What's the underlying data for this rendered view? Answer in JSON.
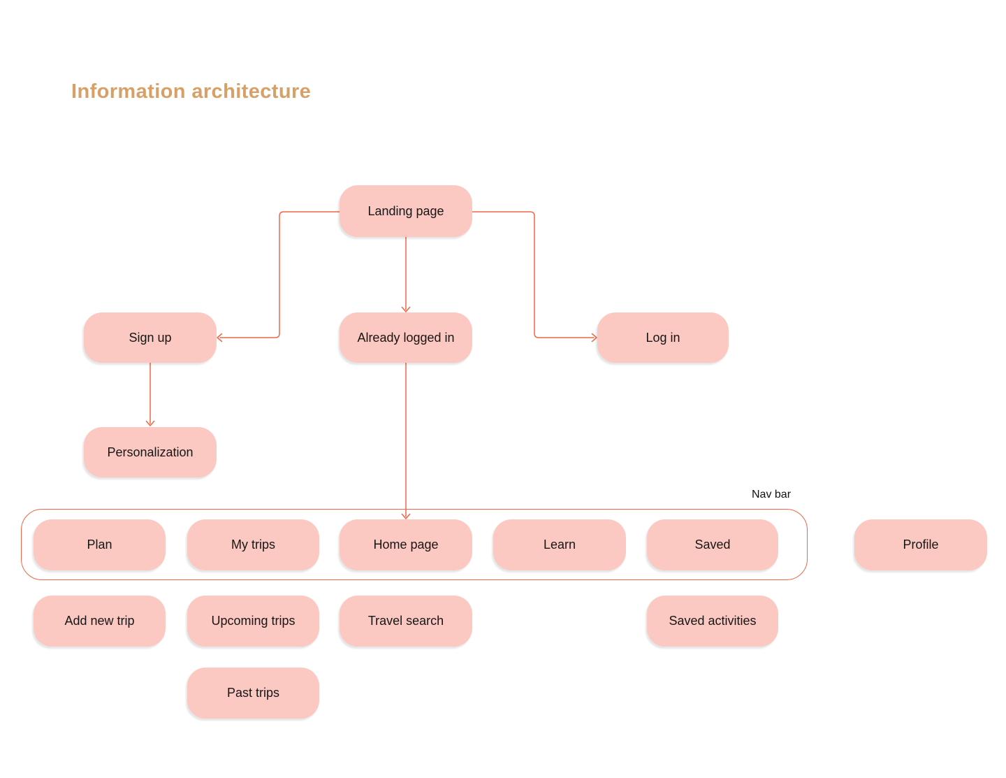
{
  "title": "Information architecture",
  "nav_bar_label": "Nav bar",
  "colors": {
    "node_fill": "#FCC9C2",
    "connector": "#ED6745",
    "title_text": "#D7A066",
    "node_text": "#161616"
  },
  "nodes": {
    "landing": {
      "label": "Landing page"
    },
    "sign_up": {
      "label": "Sign up"
    },
    "already_logged_in": {
      "label": "Already logged in"
    },
    "log_in": {
      "label": "Log in"
    },
    "personalization": {
      "label": "Personalization"
    },
    "plan": {
      "label": "Plan"
    },
    "my_trips": {
      "label": "My trips"
    },
    "home_page": {
      "label": "Home page"
    },
    "learn": {
      "label": "Learn"
    },
    "saved": {
      "label": "Saved"
    },
    "profile": {
      "label": "Profile"
    },
    "add_new_trip": {
      "label": "Add new trip"
    },
    "upcoming_trips": {
      "label": "Upcoming trips"
    },
    "travel_search": {
      "label": "Travel search"
    },
    "saved_activities": {
      "label": "Saved activities"
    },
    "past_trips": {
      "label": "Past trips"
    }
  },
  "edges": [
    {
      "from": "Landing page",
      "to": "Sign up"
    },
    {
      "from": "Landing page",
      "to": "Already logged in"
    },
    {
      "from": "Landing page",
      "to": "Log in"
    },
    {
      "from": "Sign up",
      "to": "Personalization"
    },
    {
      "from": "Already logged in",
      "to": "Home page"
    }
  ]
}
